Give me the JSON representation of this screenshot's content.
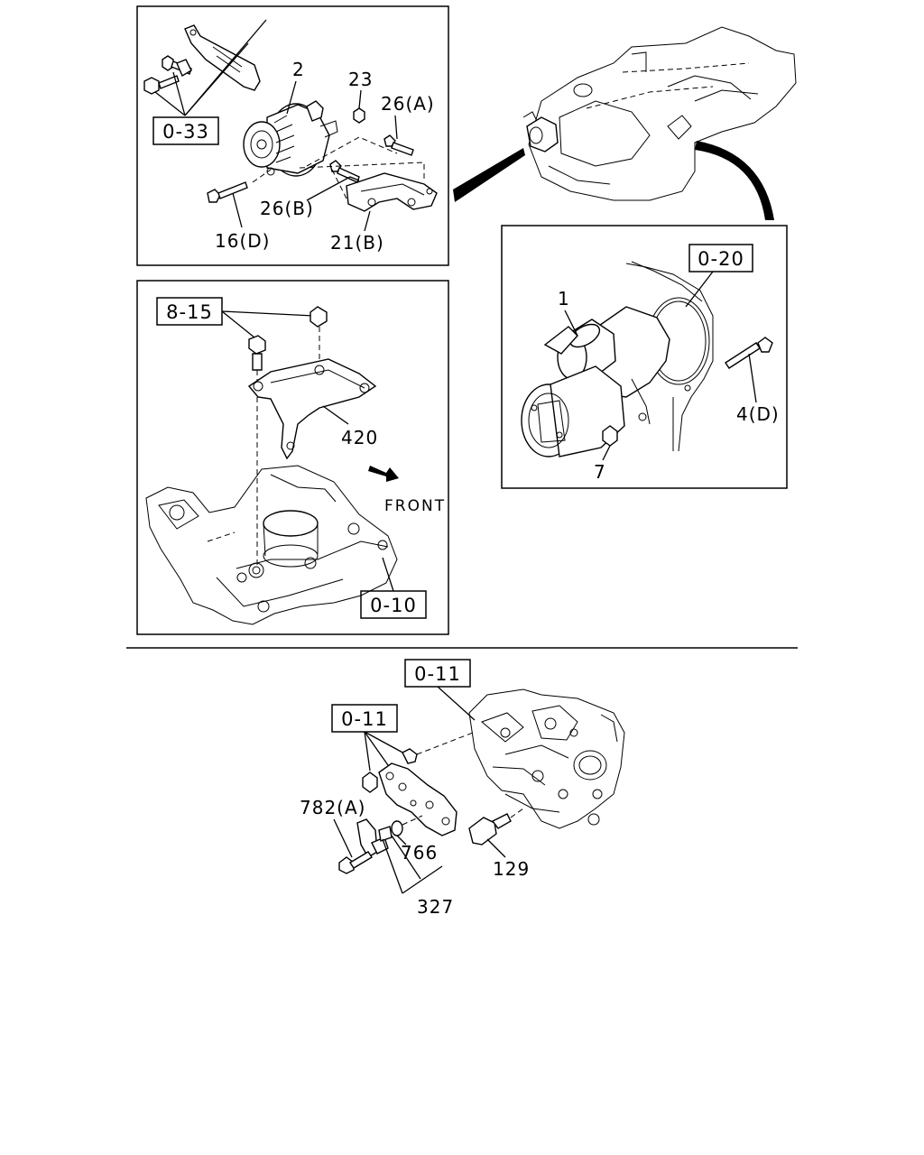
{
  "panel_alternator": {
    "labels": {
      "p2": "2",
      "p23": "23",
      "p26a": "26(A)",
      "p26b": "26(B)",
      "p16d": "16(D)",
      "p21b": "21(B)"
    },
    "ref_box": "0-33"
  },
  "panel_starter": {
    "labels": {
      "p1": "1",
      "p4d": "4(D)",
      "p7": "7"
    },
    "ref_box": "0-20"
  },
  "panel_bracket": {
    "labels": {
      "p420": "420",
      "front": "FRONT"
    },
    "ref_box_top": "8-15",
    "ref_box_bottom": "0-10"
  },
  "lower_section": {
    "labels": {
      "p782a": "782(A)",
      "p766": "766",
      "p129": "129",
      "p327": "327"
    },
    "ref_box_right": "0-11",
    "ref_box_left": "0-11"
  },
  "icons": [
    "engine-overview",
    "alternator",
    "starter-motor",
    "bracket",
    "cylinder-head",
    "sensor",
    "bolt",
    "nut",
    "front-arrow"
  ]
}
